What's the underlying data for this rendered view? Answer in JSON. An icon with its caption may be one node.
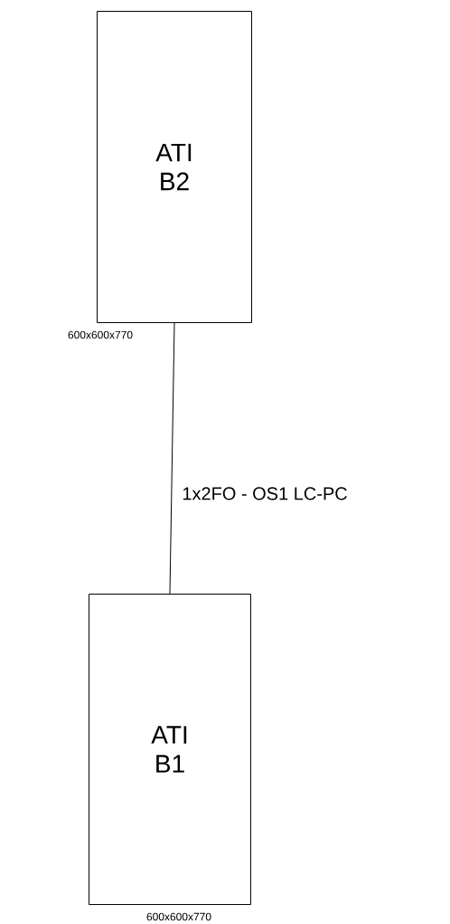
{
  "diagram": {
    "nodes": [
      {
        "text": [
          "ATI B2"
        ],
        "beside": [
          "600x600x770"
        ]
      },
      {
        "text": [
          "ATI B1"
        ],
        "beside": [
          "600x600x770"
        ]
      }
    ],
    "edges": [
      {
        "from": 0,
        "to": 1,
        "arrow": "none",
        "label": "1x2FO - OS1 LC-PC"
      }
    ]
  }
}
